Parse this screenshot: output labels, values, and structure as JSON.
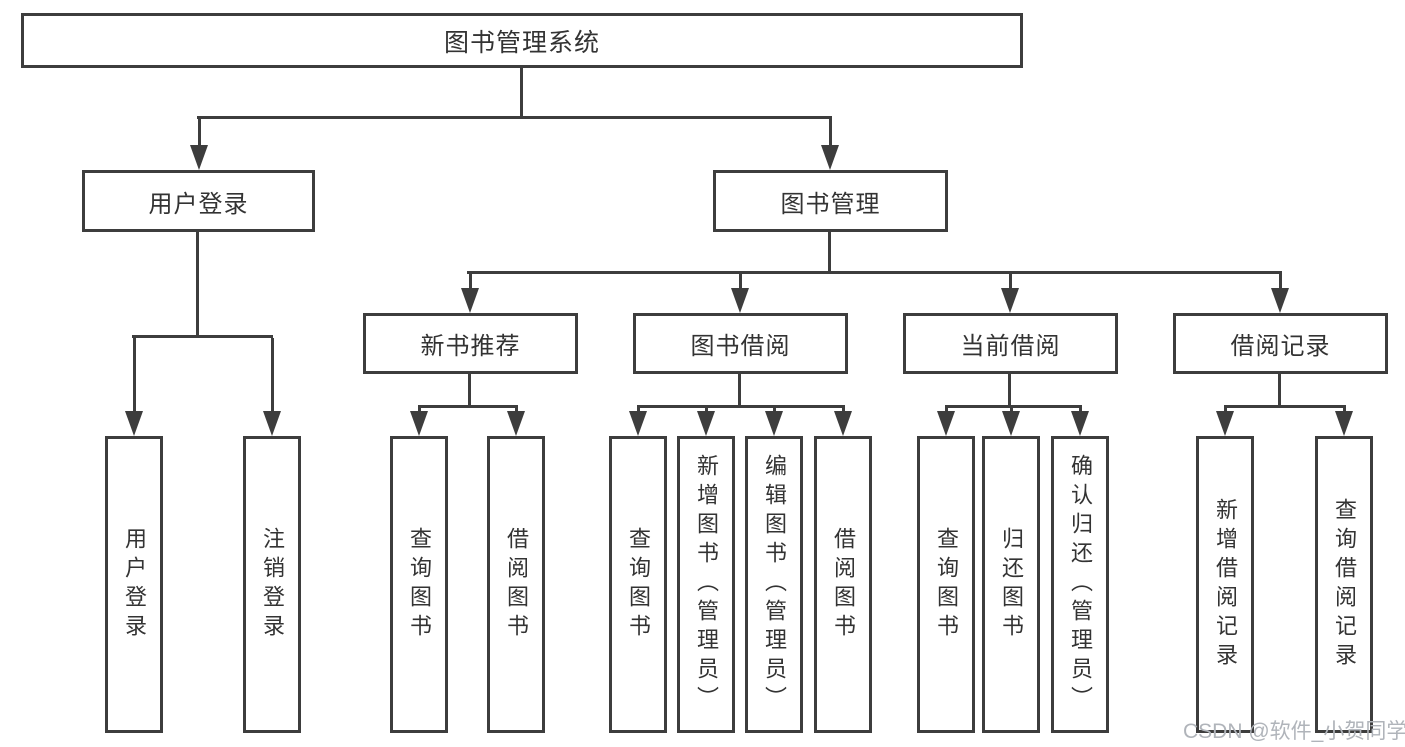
{
  "title": "图书管理系统",
  "watermark": "CSDN @软件_小贺同学",
  "colors": {
    "border": "#3d3d3d",
    "line": "#3d3d3d",
    "text": "#333333",
    "background": "#ffffff",
    "watermark": "#b0b4ba"
  },
  "branches": [
    {
      "label": "用户登录",
      "leaves": [
        "用户登录",
        "注销登录"
      ]
    },
    {
      "label": "图书管理",
      "sections": [
        {
          "label": "新书推荐",
          "leaves": [
            "查询图书",
            "借阅图书"
          ]
        },
        {
          "label": "图书借阅",
          "leaves": [
            "查询图书",
            "新增图书（管理员）",
            "编辑图书（管理员）",
            "借阅图书"
          ]
        },
        {
          "label": "当前借阅",
          "leaves": [
            "查询图书",
            "归还图书",
            "确认归还（管理员）"
          ]
        },
        {
          "label": "借阅记录",
          "leaves": [
            "新增借阅记录",
            "查询借阅记录"
          ]
        }
      ]
    }
  ]
}
